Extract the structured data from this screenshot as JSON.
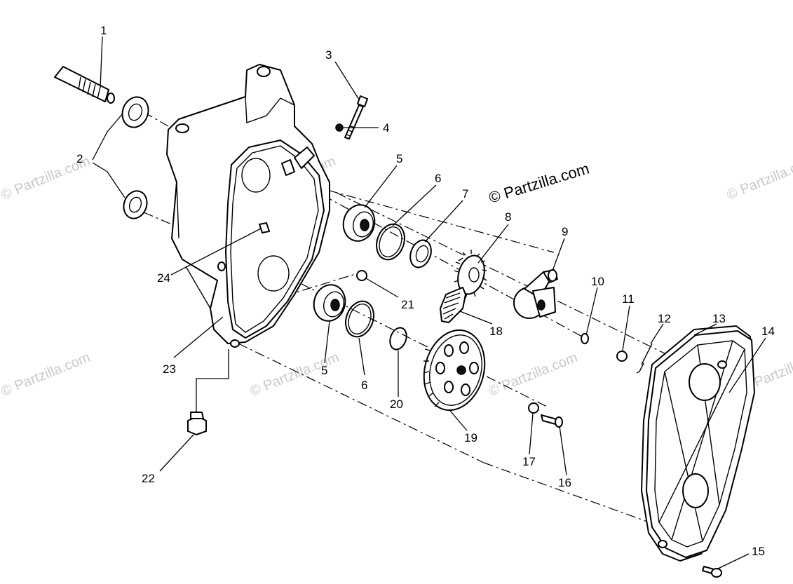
{
  "diagram": {
    "watermark_main": "© Partzilla.com",
    "watermark_faint": "© Partzilla.com",
    "part_numbers": [
      "1",
      "2",
      "3",
      "4",
      "5",
      "6",
      "7",
      "8",
      "9",
      "10",
      "11",
      "12",
      "13",
      "14",
      "15",
      "16",
      "17",
      "18",
      "19",
      "20",
      "21",
      "22",
      "23",
      "24",
      "5",
      "6"
    ]
  }
}
